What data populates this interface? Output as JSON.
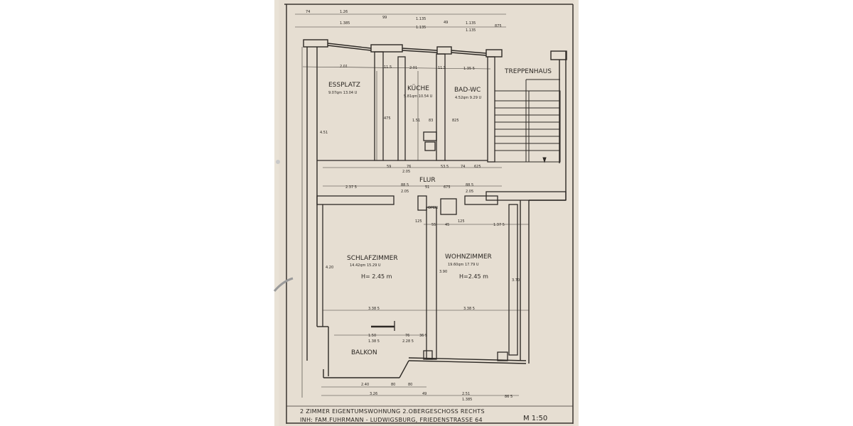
{
  "rooms": {
    "essplatz": {
      "name": "ESSPLATZ",
      "area": "9.07qm 13.04 U"
    },
    "kueche": {
      "name": "KÜCHE",
      "area": "5.81qm 10.54 U"
    },
    "bad": {
      "name": "BAD-WC",
      "area": "4.52qm 9.29 U"
    },
    "treppenhaus": {
      "name": "TREPPENHAUS"
    },
    "flur": {
      "name": "FLUR"
    },
    "schlafzimmer": {
      "name": "SCHLAFZIMMER",
      "area": "14.42qm 15.29 U",
      "height": "H= 2.45 m"
    },
    "wohnzimmer": {
      "name": "WOHNZIMMER",
      "area": "19.60qm 17.79 U",
      "height": "H=2.45 m"
    },
    "balkon": {
      "name": "BALKON"
    },
    "open_label": "OPEN"
  },
  "dimensions": {
    "top": [
      "74",
      "1.26",
      "1.385",
      "99",
      "1.135",
      "1.135",
      "49",
      "1.135",
      "1.135",
      "875"
    ],
    "row1": [
      "2.01",
      "11.5",
      "2.01",
      "11.5",
      "1.35 5"
    ],
    "ess_height": "4.51",
    "kitchen": [
      "475",
      "83",
      "825",
      "1.51"
    ],
    "row2": [
      "59",
      "76",
      "2.05",
      "53.5",
      "74",
      "625"
    ],
    "row3": [
      "2.37 5",
      "88.5",
      "2.05",
      "51",
      "675",
      "88.5",
      "2.05"
    ],
    "row4": [
      "125",
      "55",
      "45",
      "125",
      "1.37 5"
    ],
    "wall_heights": [
      "4.20",
      "3.90",
      "3.70"
    ],
    "row5": [
      "3.38 5",
      "3.38 5"
    ],
    "balkon_row": [
      "1.50",
      "1.38 5",
      "76",
      "2.28 5",
      "36 5"
    ],
    "bottom1": [
      "2.40",
      "80",
      "80"
    ],
    "bottom2": [
      "3.26",
      "49",
      "2.51",
      "1.385",
      "86 5"
    ]
  },
  "title_block": {
    "line1": "2 ZIMMER EIGENTUMSWOHNUNG 2.OBERGESCHOSS RECHTS",
    "line2": "INH: FAM.FUHRMANN - LUDWIGSBURG, FRIEDENSTRASSE 64",
    "scale": "M 1:50"
  }
}
